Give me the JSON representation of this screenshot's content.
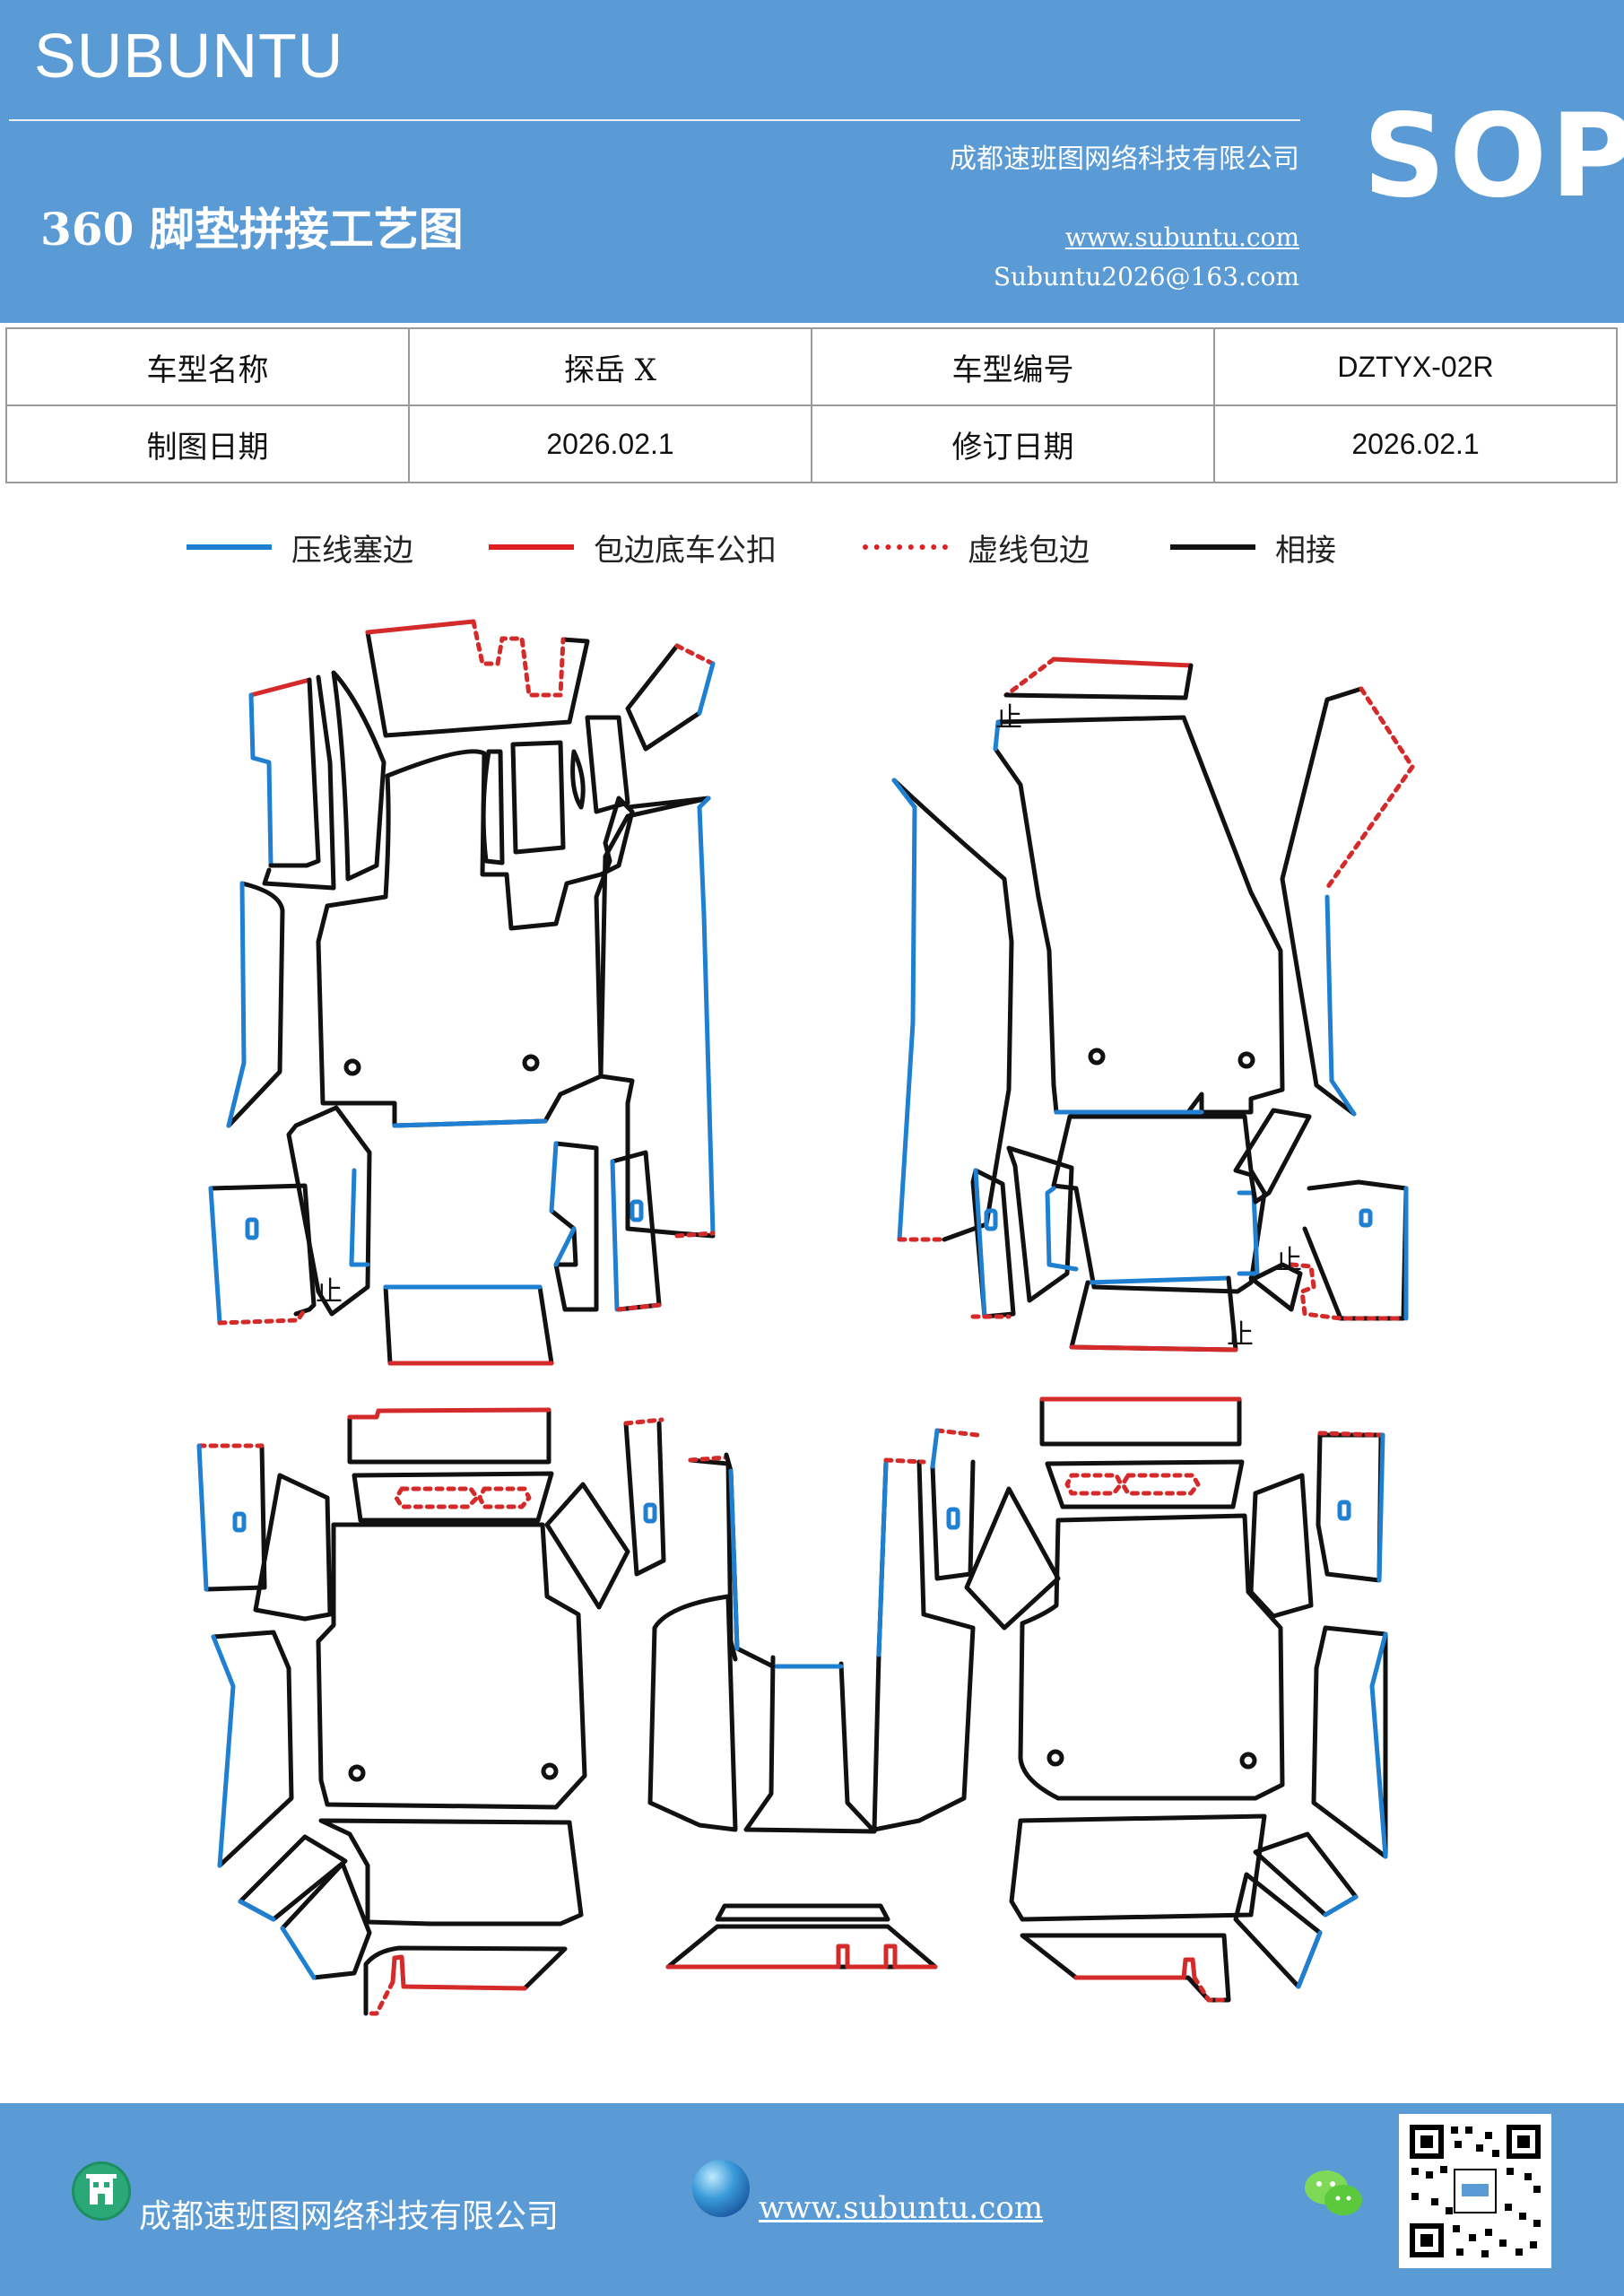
{
  "header": {
    "brand": "SUBUNTU",
    "company": "成都速班图网络科技有限公司",
    "title": "360 脚垫拼接工艺图",
    "website": "www.subuntu.com",
    "email": "Subuntu2026@163.com",
    "badge": "SOP"
  },
  "info": {
    "row1": [
      "车型名称",
      "探岳 X",
      "车型编号",
      "DZTYX-02R"
    ],
    "row2": [
      "制图日期",
      "2026.02.1",
      "修订日期",
      "2026.02.1"
    ]
  },
  "legend": [
    {
      "label": "压线塞边",
      "color": "#1f7fd0",
      "style": "solid"
    },
    {
      "label": "包边底车公扣",
      "color": "#e02020",
      "style": "solid"
    },
    {
      "label": "虚线包边",
      "color": "#e02020",
      "style": "dotted"
    },
    {
      "label": "相接",
      "color": "#111111",
      "style": "solid"
    }
  ],
  "colors": {
    "header_bg": "#5b9bd5",
    "blue_line": "#1f7fd0",
    "red_line": "#d42a2a",
    "black_line": "#111111"
  },
  "markers": {
    "stop_glyph": "止"
  },
  "footer": {
    "company": "成都速班图网络科技有限公司",
    "website": "www.subuntu.com",
    "icons": [
      "building-icon",
      "globe-icon",
      "wechat-icon",
      "qr-code"
    ]
  }
}
